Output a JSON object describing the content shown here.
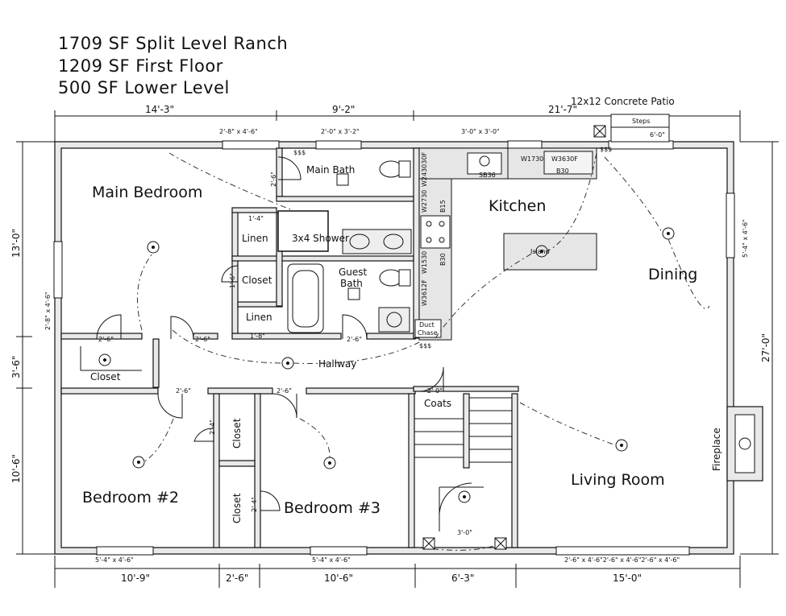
{
  "header": {
    "line1": "1709 SF Split Level Ranch",
    "line2": "1209 SF First Floor",
    "line3": "500 SF Lower Level"
  },
  "rooms": {
    "main_bedroom": "Main Bedroom",
    "main_bath": "Main Bath",
    "kitchen": "Kitchen",
    "dining": "Dining",
    "island": "Island",
    "shower": "3x4 Shower",
    "linen": "Linen",
    "closet": "Closet",
    "guest_bath_1": "Guest",
    "guest_bath_2": "Bath",
    "hallway": "Hallway",
    "coats": "Coats",
    "bedroom2": "Bedroom #2",
    "bedroom3": "Bedroom #3",
    "living_room": "Living Room",
    "fireplace": "Fireplace",
    "duct_chase_1": "Duct",
    "duct_chase_2": "Chase",
    "patio": "12x12 Concrete Patio",
    "steps": "Steps"
  },
  "dimensions": {
    "top": [
      "14'-3\"",
      "9'-2\"",
      "21'-7\""
    ],
    "bottom": [
      "10'-9\"",
      "2'-6\"",
      "10'-6\"",
      "6'-3\"",
      "15'-0\""
    ],
    "left": [
      "13'-0\"",
      "3'-6\"",
      "10'-6\""
    ],
    "right": "27'-0\""
  },
  "windows": {
    "top1": "2'-8\" x 4'-6\"",
    "top2": "2'-0\" x 3'-2\"",
    "top3": "3'-0\" x 3'-0\"",
    "patio_step": "6'-0\"",
    "left": "2'-8\" x 4'-6\"",
    "right": "5'-4\" x 4'-6\"",
    "bottom1": "5'-4\" x 4'-6\"",
    "bottom2": "5'-4\" x 4'-6\"",
    "bottom3": "2'-6\" x 4'-6\"2'-6\" x 4'-6\"2'-6\" x 4'-6\""
  },
  "doors": {
    "mb_closet": "2'-6\"",
    "mb_door": "2'-6\"",
    "guest_bath": "2'-6\"",
    "bed2": "2'-6\"",
    "bed3": "2'-6\"",
    "coats": "2'-0\"",
    "entry": "3'-0\"",
    "linen_top": "1'-4\"",
    "linen_bottom": "1'-8\"",
    "closet_mid": "1'-6\"",
    "main_bath": "2'-6\"",
    "closet_b2": "2'-4\"",
    "closet_b3": "2'-4\""
  },
  "cabinets": {
    "sink": "SB36",
    "w1730": "W1730",
    "w3630f": "W3630F",
    "b30": "B30",
    "w2430": "W243030F",
    "w2430b": "W2430",
    "w2730": "W2730",
    "w1530": "W1530",
    "b15": "B15",
    "b30b": "B30",
    "w3612": "W3612F"
  },
  "switches": {
    "s3": "$$$"
  }
}
